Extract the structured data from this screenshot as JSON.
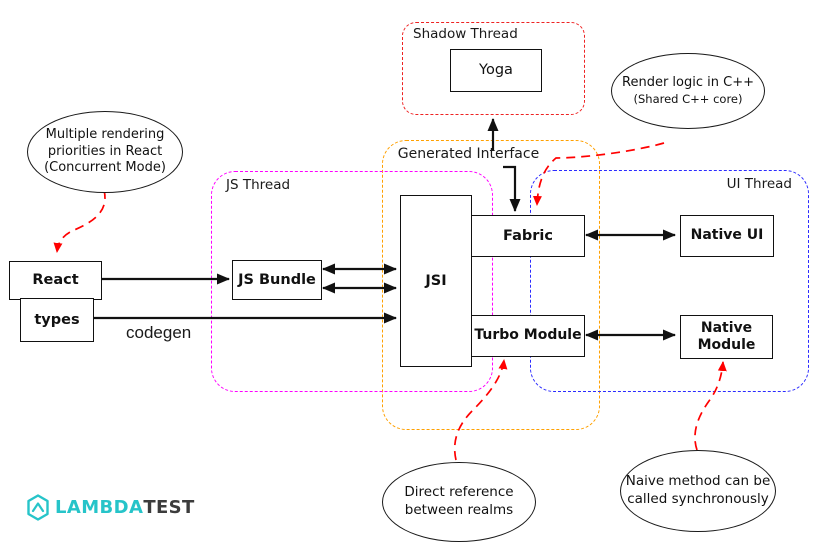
{
  "diagram": {
    "threads": {
      "shadow": "Shadow Thread",
      "js": "JS Thread",
      "ui": "UI Thread"
    },
    "nodes": {
      "yoga": "Yoga",
      "react": "React",
      "types": "types",
      "js_bundle": "JS Bundle",
      "jsi": "JSI",
      "fabric": "Fabric",
      "turbo_module": "Turbo Module",
      "native_ui": "Native UI",
      "native_module": "Native Module"
    },
    "labels": {
      "generated_interface": "Generated Interface",
      "codegen": "codegen"
    },
    "callouts": {
      "concurrent": {
        "line1": "Multiple rendering",
        "line2": "priorities in React",
        "line3": "(Concurrent Mode)"
      },
      "render_cpp": {
        "line1": "Render logic in C++",
        "line2": "(Shared C++ core)"
      },
      "direct_ref": {
        "line1": "Direct reference",
        "line2": "between realms"
      },
      "naive": {
        "line1": "Naive method can be",
        "line2": "called synchronously"
      }
    },
    "colors": {
      "shadow_border": "#ee2222",
      "js_border": "#ff00ff",
      "ui_border": "#2b2bff",
      "bridge_border": "#ffa000",
      "annotation_red": "#ff0000",
      "wire_black": "#111111"
    }
  },
  "footer": {
    "logo_lambda": "LAMBDA",
    "logo_test": "TEST",
    "logo_teal": "#26c4c9",
    "logo_dark": "#3c3c3c"
  }
}
